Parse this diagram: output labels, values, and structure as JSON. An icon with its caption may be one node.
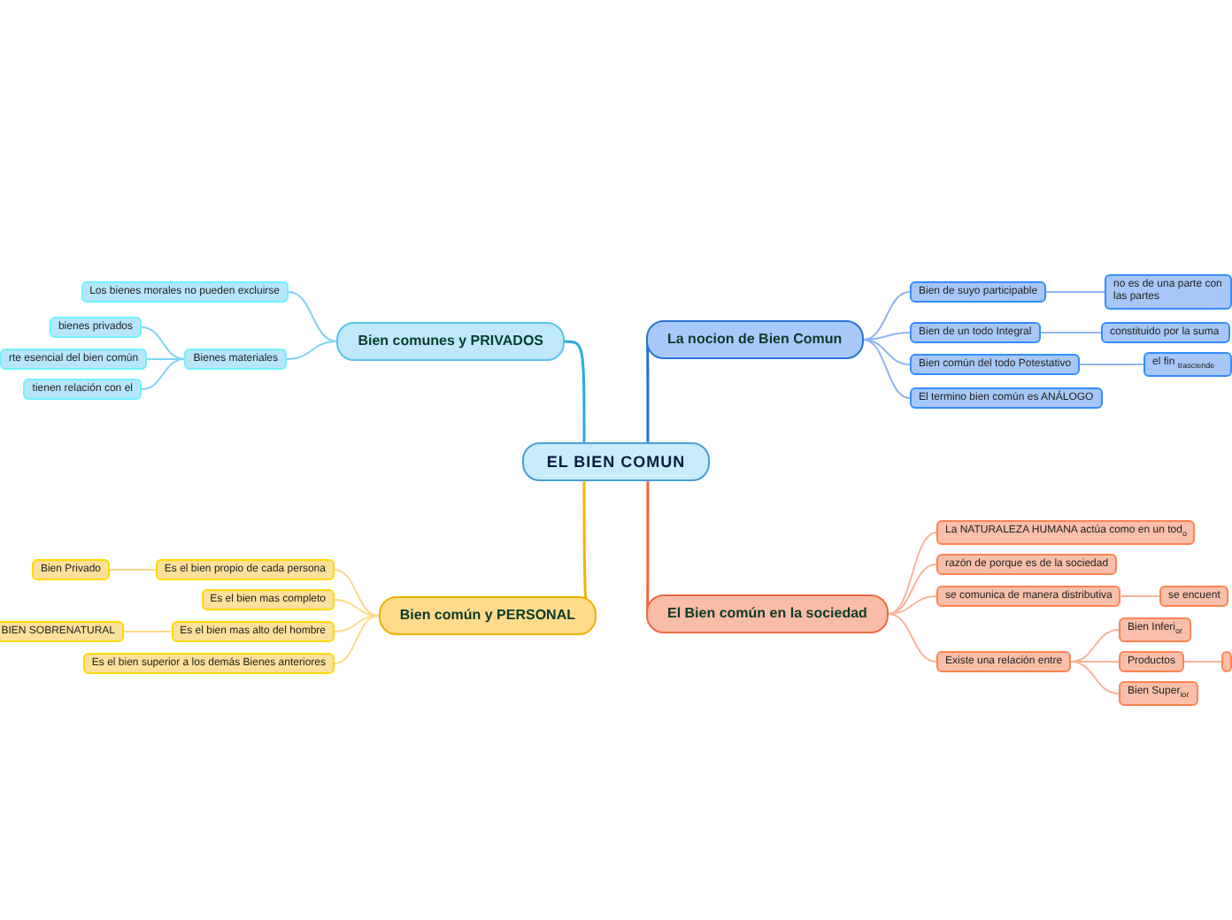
{
  "diagram": {
    "nodes": [
      {
        "text": [
          "EL BIEN COMUN"
        ]
      },
      {
        "text": [
          "Bien comunes y PRIVADOS"
        ]
      },
      {
        "text": [
          "Los bienes morales no pueden excluirse"
        ]
      },
      {
        "text": [
          "Bienes materiales"
        ]
      },
      {
        "text": [
          "bienes privados"
        ]
      },
      {
        "text": [
          "rte esencial del bien común"
        ]
      },
      {
        "text": [
          "tienen relación con el"
        ]
      },
      {
        "text": [
          "La nocion de Bien Comun"
        ]
      },
      {
        "text": [
          "Bien de suyo participable"
        ]
      },
      {
        "text": [
          "no es de una parte con las partes"
        ]
      },
      {
        "text": [
          "Bien de un todo Integral"
        ]
      },
      {
        "text": [
          "constituido por la suma"
        ]
      },
      {
        "text": [
          "Bien común del todo Potestativo"
        ]
      },
      {
        "text": [
          "el fin $_{trasciende}$"
        ]
      },
      {
        "text": [
          "El termino bien común es ANÁLOGO"
        ]
      },
      {
        "text": [
          "Bien común y PERSONAL"
        ]
      },
      {
        "text": [
          "Es el bien propio de cada persona"
        ]
      },
      {
        "text": [
          "Bien Privado"
        ]
      },
      {
        "text": [
          "Es el bien mas completo"
        ]
      },
      {
        "text": [
          "Es el bien mas alto del hombre"
        ]
      },
      {
        "text": [
          "BIEN SOBRENATURAL"
        ]
      },
      {
        "text": [
          "Es el bien superior a los demás Bienes anteriores"
        ]
      },
      {
        "text": [
          "El Bien común en la sociedad"
        ]
      },
      {
        "text": [
          "La NATURALEZA HUMANA actúa como en un tod$_{o}$"
        ]
      },
      {
        "text": [
          "razón de porque es de la sociedad"
        ]
      },
      {
        "text": [
          "se comunica de manera distributiva"
        ]
      },
      {
        "text": [
          "se encuent"
        ]
      },
      {
        "text": [
          "Existe una relación entre"
        ]
      },
      {
        "text": [
          "Bien Inferi$_{or}$"
        ]
      },
      {
        "text": [
          "Productos"
        ]
      },
      {
        "text": [],
        "shape": "box"
      },
      {
        "text": [
          "Bien Super$_{ior}$"
        ]
      }
    ],
    "edges": [
      {
        "from": 0,
        "to": 1,
        "arrow": "none",
        "color": "#29a9e0"
      },
      {
        "from": 1,
        "to": 2,
        "arrow": "none",
        "color": "#7fd3f2"
      },
      {
        "from": 1,
        "to": 3,
        "arrow": "none",
        "color": "#7fd3f2"
      },
      {
        "from": 3,
        "to": 4,
        "arrow": "none",
        "color": "#7fd3f2"
      },
      {
        "from": 3,
        "to": 5,
        "arrow": "none",
        "color": "#7fd3f2"
      },
      {
        "from": 3,
        "to": 6,
        "arrow": "none",
        "color": "#7fd3f2"
      },
      {
        "from": 0,
        "to": 7,
        "arrow": "none",
        "color": "#1f6fd6"
      },
      {
        "from": 7,
        "to": 8,
        "arrow": "none",
        "color": "#8fb4f0"
      },
      {
        "from": 7,
        "to": 10,
        "arrow": "none",
        "color": "#8fb4f0"
      },
      {
        "from": 7,
        "to": 12,
        "arrow": "none",
        "color": "#8fb4f0"
      },
      {
        "from": 7,
        "to": 14,
        "arrow": "none",
        "color": "#8fb4f0"
      },
      {
        "from": 8,
        "to": 9,
        "arrow": "none",
        "color": "#8fb4f0"
      },
      {
        "from": 10,
        "to": 11,
        "arrow": "none",
        "color": "#8fb4f0"
      },
      {
        "from": 12,
        "to": 13,
        "arrow": "none",
        "color": "#8fb4f0"
      },
      {
        "from": 0,
        "to": 15,
        "arrow": "none",
        "color": "#f5b400"
      },
      {
        "from": 15,
        "to": 16,
        "arrow": "none",
        "color": "#fbd98a"
      },
      {
        "from": 15,
        "to": 18,
        "arrow": "none",
        "color": "#fbd98a"
      },
      {
        "from": 15,
        "to": 19,
        "arrow": "none",
        "color": "#fbd98a"
      },
      {
        "from": 15,
        "to": 21,
        "arrow": "none",
        "color": "#fbd98a"
      },
      {
        "from": 16,
        "to": 17,
        "arrow": "none",
        "color": "#fbd98a"
      },
      {
        "from": 19,
        "to": 20,
        "arrow": "none",
        "color": "#fbd98a"
      },
      {
        "from": 0,
        "to": 22,
        "arrow": "none",
        "color": "#f0643a"
      },
      {
        "from": 22,
        "to": 23,
        "arrow": "none",
        "color": "#f7b39c"
      },
      {
        "from": 22,
        "to": 24,
        "arrow": "none",
        "color": "#f7b39c"
      },
      {
        "from": 22,
        "to": 25,
        "arrow": "none",
        "color": "#f7b39c"
      },
      {
        "from": 22,
        "to": 27,
        "arrow": "none",
        "color": "#f7b39c"
      },
      {
        "from": 25,
        "to": 26,
        "arrow": "none",
        "color": "#f7b39c"
      },
      {
        "from": 27,
        "to": 28,
        "arrow": "none",
        "color": "#f7b39c"
      },
      {
        "from": 27,
        "to": 29,
        "arrow": "none",
        "color": "#f7b39c"
      },
      {
        "from": 27,
        "to": 31,
        "arrow": "none",
        "color": "#f7b39c"
      },
      {
        "from": 29,
        "to": 30,
        "arrow": "none",
        "color": "#f7b39c"
      }
    ]
  }
}
